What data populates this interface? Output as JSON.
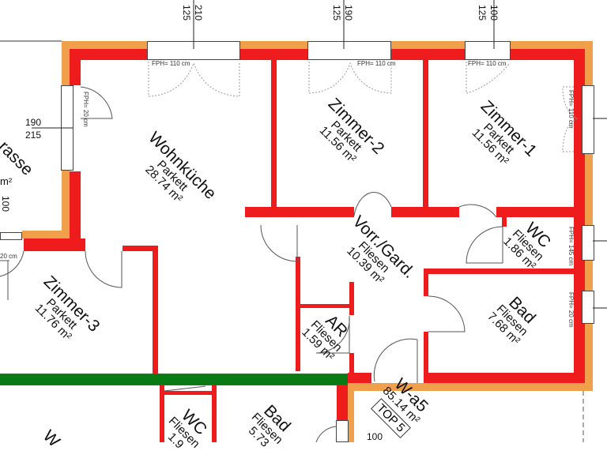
{
  "colors": {
    "bearing_wall": "#ee1c1c",
    "insulation": "#f0a04b",
    "partition_green": "#0a7a14"
  },
  "rooms": [
    {
      "name": "Wohnküche",
      "floor": "Parkett",
      "area": "28.74 m²"
    },
    {
      "name": "Zimmer-2",
      "floor": "Parkett",
      "area": "11.56 m²"
    },
    {
      "name": "Zimmer-1",
      "floor": "Parkett",
      "area": "11.56 m²"
    },
    {
      "name": "WC",
      "floor": "Fliesen",
      "area": "1.86 m²"
    },
    {
      "name": "Vorr./Gard.",
      "floor": "Fliesen",
      "area": "10.39 m²"
    },
    {
      "name": "Bad",
      "floor": "Fliesen",
      "area": "7.68 m²"
    },
    {
      "name": "AR",
      "floor": "Fliesen",
      "area": "1.59 m²"
    },
    {
      "name": "Zimmer-3",
      "floor": "Parkett",
      "area": "11.76 m²"
    }
  ],
  "partial_labels": {
    "terrace": "rasse",
    "terrace_area": "m²",
    "terrace_dim": "100",
    "wc_lower": "WC",
    "wc_lower_floor": "Fliesen",
    "wc_lower_area": "1.9",
    "bad_lower": "Bad",
    "bad_lower_floor": "Fliesen",
    "bad_lower_area": "5.73",
    "lower_left": "W"
  },
  "unit": {
    "name": "W-a5",
    "area": "85.14 m²",
    "top": "TOP 5",
    "dim": "100"
  },
  "windows": [
    {
      "dim_top": "210",
      "dim_bottom": "125",
      "fph": "FPH= 110 cm"
    },
    {
      "dim_top": "190",
      "dim_bottom": "125",
      "fph": "FPH= 110 cm"
    },
    {
      "dim_top": "100",
      "dim_bottom": "125",
      "fph": "FPH= 110 cm"
    }
  ],
  "side_windows": {
    "left_fph": "FPH= 20 cm",
    "left_dim_top": "190",
    "left_dim_bottom": "215",
    "z1_fph": "FPH= 110 cm",
    "wc_fph": "FPH= 145 cm",
    "bad_fph": "FPH= 20 cm",
    "terrace_fph": "20 cm"
  }
}
